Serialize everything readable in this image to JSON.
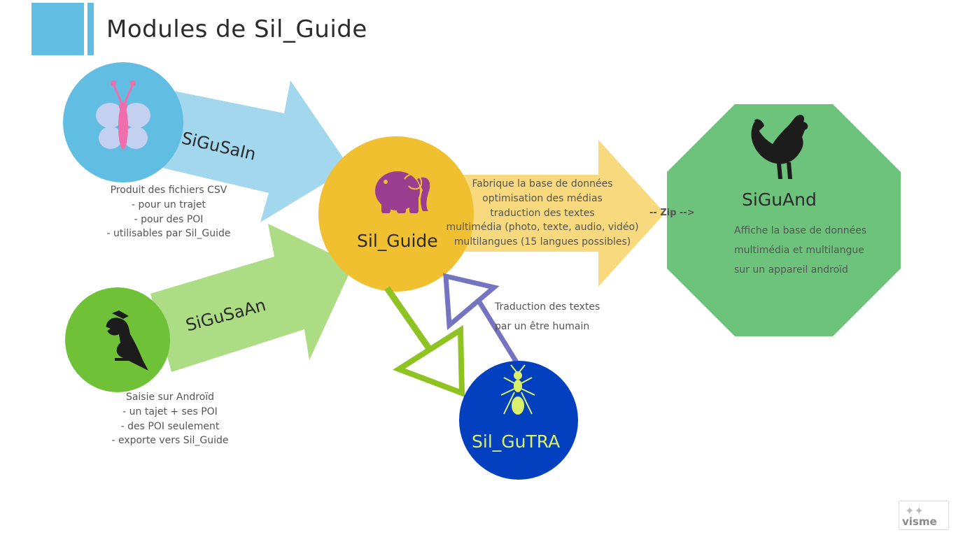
{
  "title": "Modules de Sil_Guide",
  "colors": {
    "title_block": "#62bde3",
    "siguSaIn": "#62bde3",
    "siguSaIn_arrow": "#a2d7ee",
    "siguSaAn": "#6fc237",
    "siguSaAn_arrow": "#acdc83",
    "silGuide": "#f0c031",
    "output_arrow": "#f8d97e",
    "siguAnd": "#6dc37c",
    "silGuTRA": "#0340bf",
    "triangle_green": "#8ec322",
    "triangle_purple": "#7474c0"
  },
  "modules": {
    "siguSaIn": {
      "name": "SiGuSaIn",
      "icon": "butterfly-icon",
      "lines": [
        "Produit des fichiers CSV",
        "- pour un trajet",
        "- pour des POI",
        "- utilisables par Sil_Guide"
      ]
    },
    "siguSaAn": {
      "name": "SiGuSaAn",
      "icon": "cockatoo-icon",
      "lines": [
        "Saisie sur Androïd",
        "- un tajet + ses POI",
        "- des POI seulement",
        "- exporte vers Sil_Guide"
      ]
    },
    "silGuide": {
      "name": "Sil_Guide",
      "icon": "elephant-icon",
      "lines": [
        "Fabrique la base de données",
        "optimisation des médias",
        "traduction des textes",
        "multimédia (photo, texte, audio, vidéo)",
        "multilangues (15 langues possibles)"
      ]
    },
    "zip": "-- Zip -->",
    "siguAnd": {
      "name": "SiGuAnd",
      "icon": "rooster-icon",
      "lines": [
        "Affiche la base de données",
        "multimédia et multilangue",
        "sur un appareil androïd"
      ]
    },
    "silGuTRA": {
      "name": "Sil_GuTRA",
      "icon": "ant-icon",
      "lines": [
        "Traduction des textes",
        "par un être humain"
      ]
    }
  },
  "watermark": "visme"
}
